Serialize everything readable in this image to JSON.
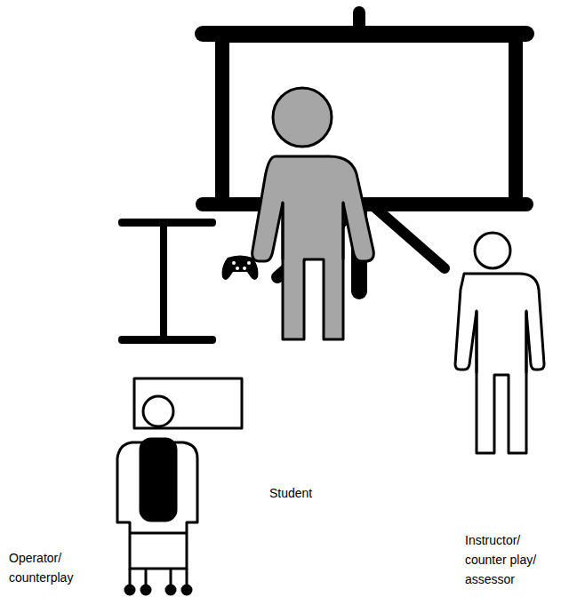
{
  "diagram": {
    "labels": [
      "Student",
      "Operator/ counterplay",
      "Instructor/ counter play/ assessor"
    ]
  }
}
